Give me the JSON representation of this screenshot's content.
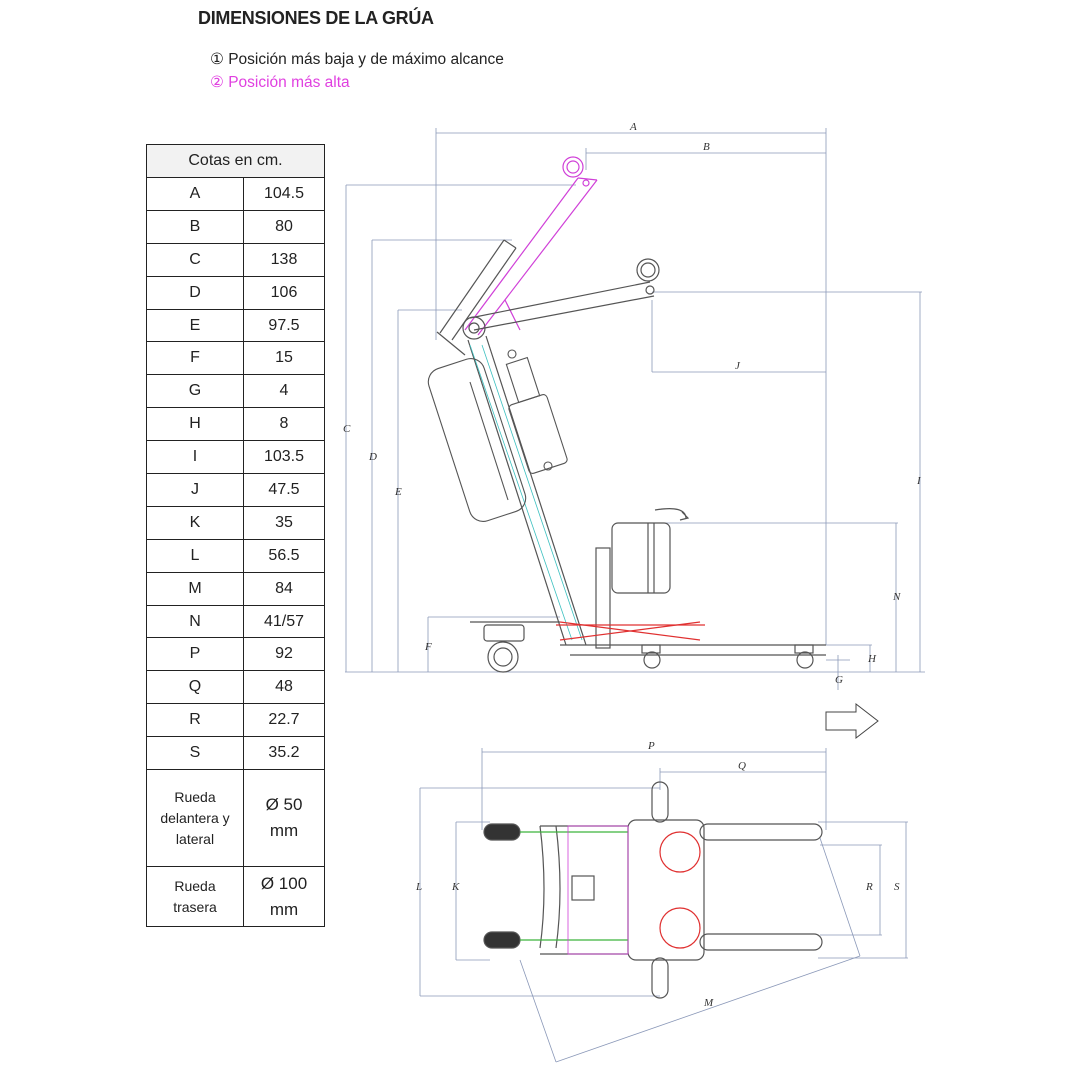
{
  "title": "DIMENSIONES DE LA GRÚA",
  "legend": {
    "item1": "① Posición más baja y de máximo alcance",
    "item2": "② Posición más alta",
    "item2_color": "#e040e0"
  },
  "table": {
    "header": "Cotas en cm.",
    "rows": [
      {
        "k": "A",
        "v": "104.5"
      },
      {
        "k": "B",
        "v": "80"
      },
      {
        "k": "C",
        "v": "138"
      },
      {
        "k": "D",
        "v": "106"
      },
      {
        "k": "E",
        "v": "97.5"
      },
      {
        "k": "F",
        "v": "15"
      },
      {
        "k": "G",
        "v": "4"
      },
      {
        "k": "H",
        "v": "8"
      },
      {
        "k": "I",
        "v": "103.5"
      },
      {
        "k": "J",
        "v": "47.5"
      },
      {
        "k": "K",
        "v": "35"
      },
      {
        "k": "L",
        "v": "56.5"
      },
      {
        "k": "M",
        "v": "84"
      },
      {
        "k": "N",
        "v": "41/57"
      },
      {
        "k": "P",
        "v": "92"
      },
      {
        "k": "Q",
        "v": "48"
      },
      {
        "k": "R",
        "v": "22.7"
      },
      {
        "k": "S",
        "v": "35.2"
      }
    ],
    "front_wheel": {
      "label_1": "Rueda",
      "label_2": "delantera y",
      "label_3": "lateral",
      "value_1": "Ø 50",
      "value_2": "mm"
    },
    "rear_wheel": {
      "label_1": "Rueda",
      "label_2": "trasera",
      "value_1": "Ø 100",
      "value_2": "mm"
    }
  },
  "drawing_labels": {
    "A": "A",
    "B": "B",
    "C": "C",
    "D": "D",
    "E": "E",
    "F": "F",
    "G": "G",
    "H": "H",
    "I": "I",
    "J": "J",
    "N": "N",
    "P": "P",
    "Q": "Q",
    "K": "K",
    "L": "L",
    "M": "M",
    "R": "R",
    "S": "S"
  }
}
